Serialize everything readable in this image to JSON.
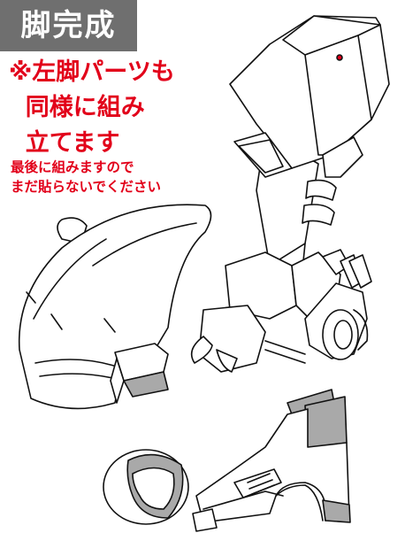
{
  "header": {
    "title": "脚完成"
  },
  "instructions": {
    "note_main": "※左脚パーツも\n  同様に組み\n  立てます",
    "note_sub": "最後に組みますので\nまだ貼らないでください"
  },
  "colors": {
    "badge": "#6f6f6f",
    "red": "#e2001a",
    "gray_fill": "#a9a9a9",
    "line": "#111111"
  }
}
